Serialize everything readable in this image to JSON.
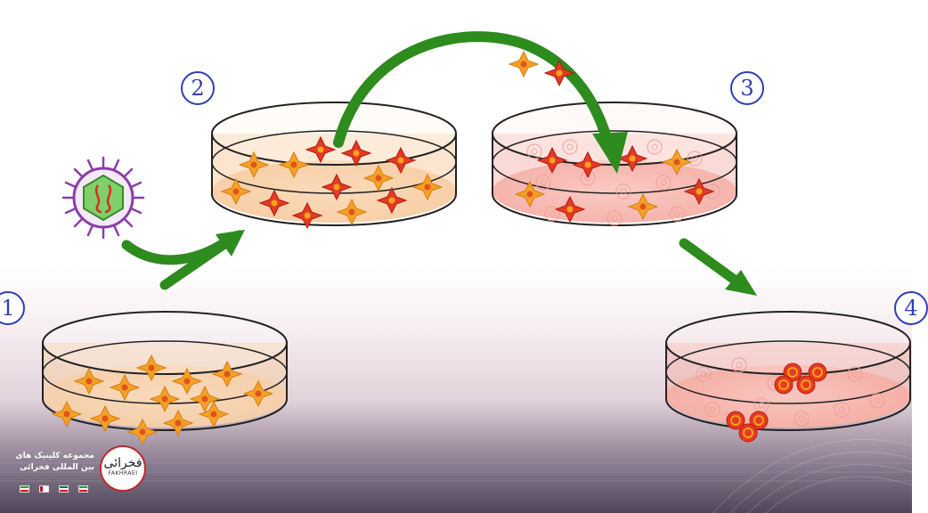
{
  "steps": [
    "1",
    "2",
    "3",
    "4"
  ],
  "brand": {
    "line1": "مجموعه کلینیک های",
    "line2": "بین المللی فخرائی",
    "logo_text": "فخرائی",
    "logo_sub": "FAKHRAEI"
  },
  "colors": {
    "arrow": "#2e8b1e",
    "orange_cell": "#f3a126",
    "red_cell": "#e23a23",
    "virus_capsid": "#7fcf6b",
    "virus_spikes": "#8a3fa8",
    "step_circle": "#2d3fb5"
  }
}
